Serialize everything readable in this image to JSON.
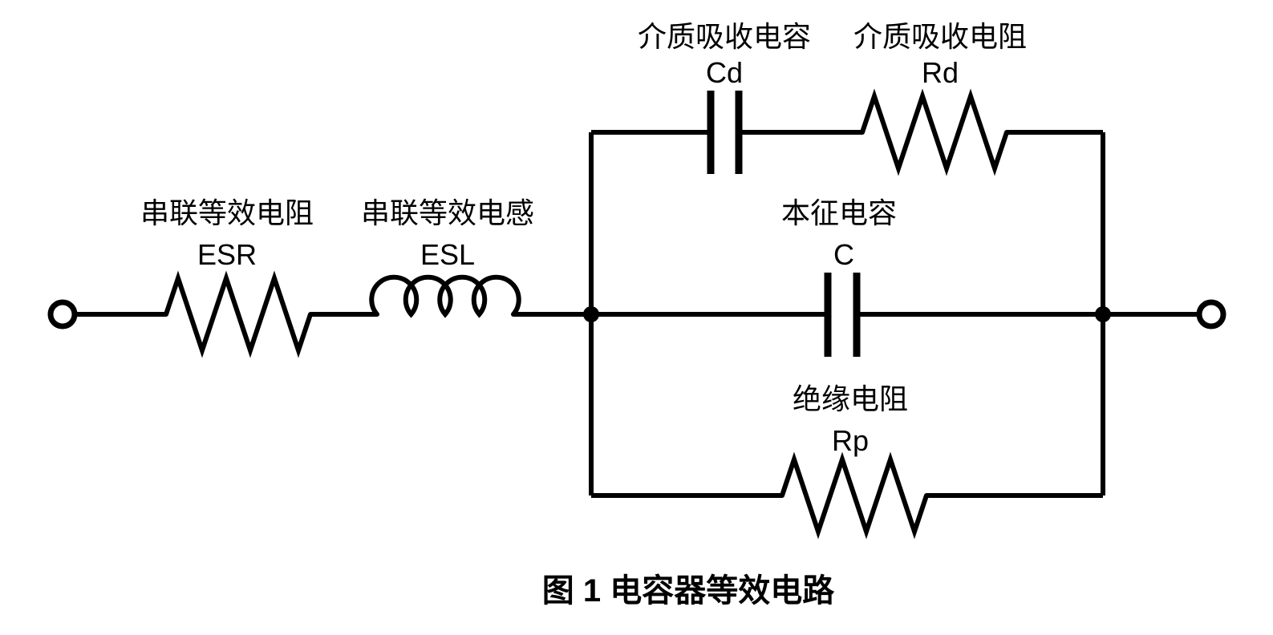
{
  "diagram": {
    "caption": "图 1 电容器等效电路",
    "colors": {
      "line": "#000000",
      "background": "#ffffff"
    },
    "components": {
      "esr": {
        "name": "串联等效电阻",
        "symbol": "ESR",
        "type": "resistor"
      },
      "esl": {
        "name": "串联等效电感",
        "symbol": "ESL",
        "type": "inductor"
      },
      "cd": {
        "name": "介质吸收电容",
        "symbol": "Cd",
        "type": "capacitor"
      },
      "rd": {
        "name": "介质吸收电阻",
        "symbol": "Rd",
        "type": "resistor"
      },
      "c": {
        "name": "本征电容",
        "symbol": "C",
        "type": "capacitor"
      },
      "rp": {
        "name": "绝缘电阻",
        "symbol": "Rp",
        "type": "resistor"
      }
    }
  }
}
